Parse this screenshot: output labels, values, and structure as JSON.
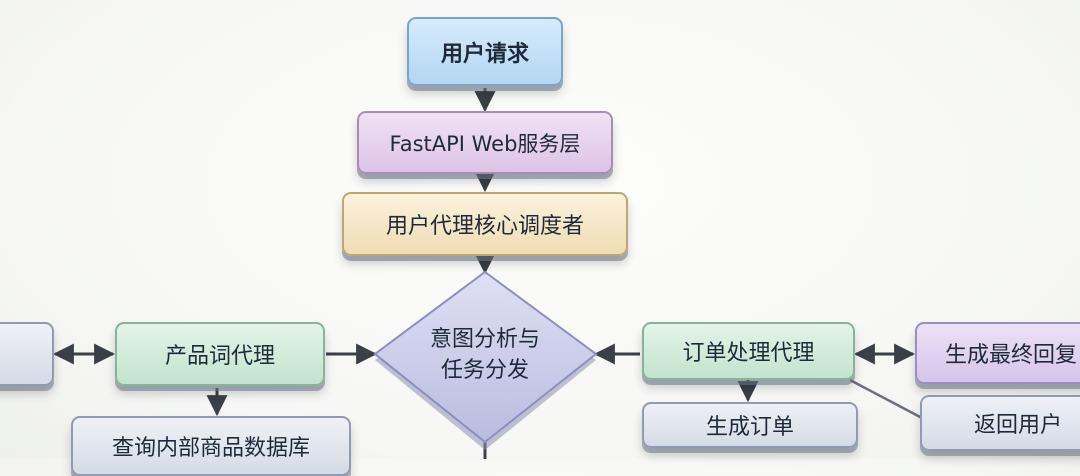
{
  "nodes": {
    "user_request": "用户请求",
    "fastapi_layer": "FastAPI Web服务层",
    "core_scheduler": "用户代理核心调度者",
    "intent_line1": "意图分析与",
    "intent_line2": "任务分发",
    "product_agent": "产品词代理",
    "query_db": "查询内部商品数据库",
    "order_agent": "订单处理代理",
    "final_reply": "生成最终回复",
    "create_order": "生成订单",
    "return_user": "返回用户"
  },
  "colors": {
    "blue": "#c6e1f7",
    "purple": "#e6d2ed",
    "cream": "#f5e7c7",
    "green": "#d3ecdb",
    "grey": "#e1e6ee",
    "diamond": "#c9cbe8",
    "arrow": "#3a3f48"
  }
}
